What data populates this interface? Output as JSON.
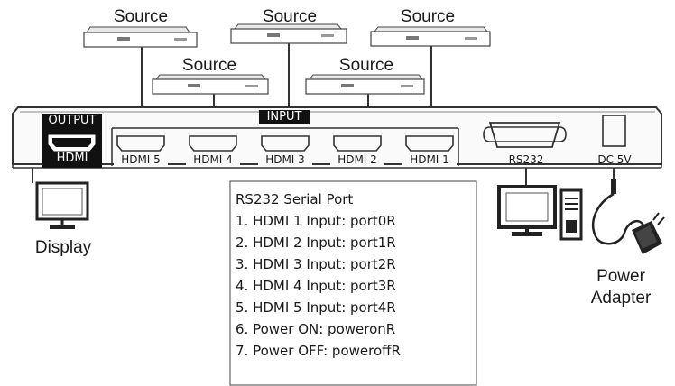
{
  "sources": [
    {
      "label": "Source"
    },
    {
      "label": "Source"
    },
    {
      "label": "Source"
    },
    {
      "label": "Source"
    },
    {
      "label": "Source"
    }
  ],
  "switcher": {
    "output_label": "OUTPUT",
    "output_port_label": "HDMI",
    "input_label": "INPUT",
    "input_ports": [
      "HDMI 5",
      "HDMI 4",
      "HDMI 3",
      "HDMI 2",
      "HDMI 1"
    ],
    "rs232_label": "RS232",
    "dc_label": "DC 5V"
  },
  "devices": {
    "display_label": "Display",
    "power_adapter_label_line1": "Power",
    "power_adapter_label_line2": "Adapter"
  },
  "rs232_box": {
    "title": "RS232 Serial Port",
    "items": [
      "1. HDMI 1 Input: port0R",
      "2. HDMI 2 Input: port1R",
      "3. HDMI 3 Input: port2R",
      "4. HDMI 4 Input: port3R",
      "5. HDMI 5 Input: port4R",
      "6. Power ON: poweronR",
      "7. Power OFF: poweroffR"
    ]
  }
}
